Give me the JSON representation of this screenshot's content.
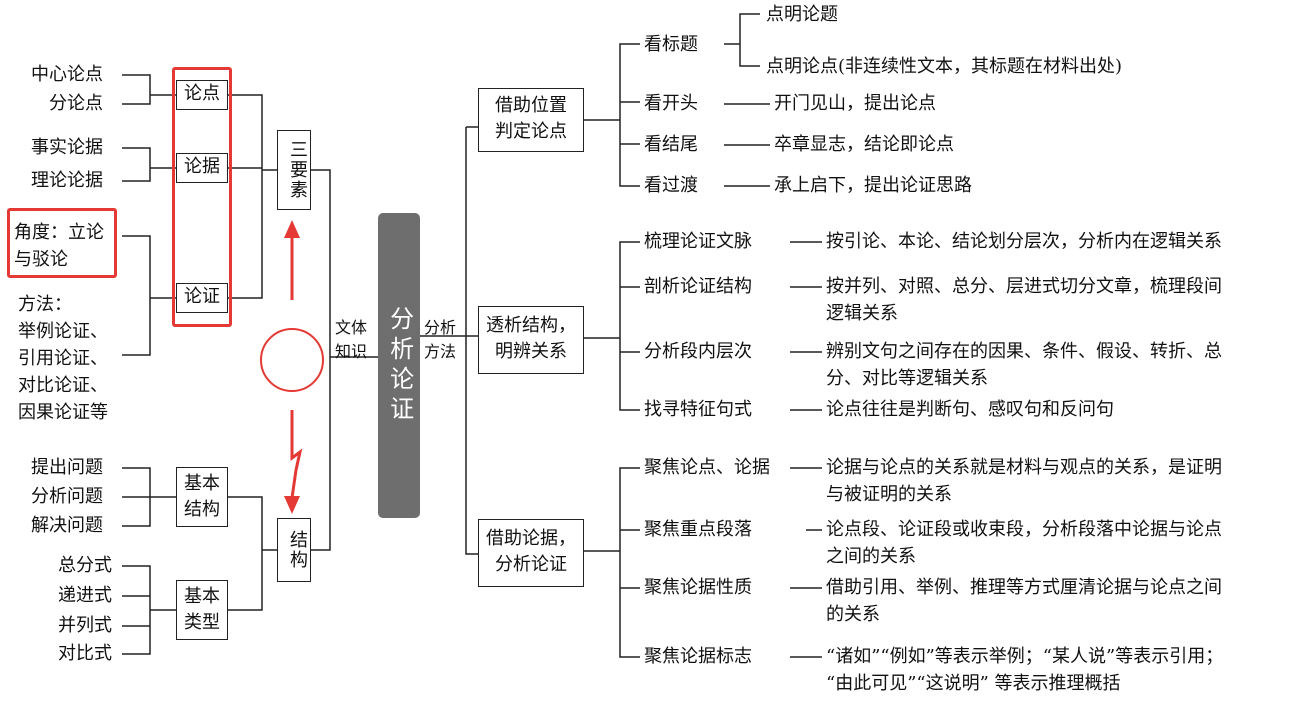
{
  "center": {
    "label": "分析论证"
  },
  "left": {
    "upper_label": "文体知识",
    "elements": {
      "label": "三要素"
    },
    "structure": {
      "label": "结构"
    },
    "point": {
      "label": "论点",
      "items": [
        "中心论点",
        "分论点"
      ]
    },
    "evidence": {
      "label": "论据",
      "items": [
        "事实论据",
        "理论论据"
      ]
    },
    "argument": {
      "label": "论证",
      "angle": [
        "角度：立论",
        "与驳论"
      ],
      "method": [
        "方法：",
        "举例论证、",
        "引用论证、",
        "对比论证、",
        "因果论证等"
      ]
    },
    "basic_structure": {
      "label": "基本结构",
      "items": [
        "提出问题",
        "分析问题",
        "解决问题"
      ]
    },
    "basic_type": {
      "label": "基本类型",
      "items": [
        "总分式",
        "递进式",
        "并列式",
        "对比式"
      ]
    }
  },
  "right": {
    "method_label": "分析方法",
    "branches": [
      {
        "label": [
          "借助位置",
          "判定论点"
        ],
        "items": [
          {
            "key": "看标题",
            "subs": [
              "点明论题",
              "点明论点(非连续性文本，其标题在材料出处)"
            ]
          },
          {
            "key": "看开头",
            "desc": [
              "开门见山，提出论点"
            ]
          },
          {
            "key": "看结尾",
            "desc": [
              "卒章显志，结论即论点"
            ]
          },
          {
            "key": "看过渡",
            "desc": [
              "承上启下，提出论证思路"
            ]
          }
        ]
      },
      {
        "label": [
          "透析结构，",
          "明辨关系"
        ],
        "items": [
          {
            "key": "梳理论证文脉",
            "desc": [
              "按引论、本论、结论划分层次，分析内在逻辑关系"
            ]
          },
          {
            "key": "剖析论证结构",
            "desc": [
              "按并列、对照、总分、层进式切分文章，梳理段间",
              "逻辑关系"
            ]
          },
          {
            "key": "分析段内层次",
            "desc": [
              "辨别文句之间存在的因果、条件、假设、转折、总",
              "分、对比等逻辑关系"
            ]
          },
          {
            "key": "找寻特征句式",
            "desc": [
              "论点往往是判断句、感叹句和反问句"
            ]
          }
        ]
      },
      {
        "label": [
          "借助论据，",
          "分析论证"
        ],
        "items": [
          {
            "key": "聚焦论点、论据",
            "desc": [
              "论据与论点的关系就是材料与观点的关系，是证明",
              "与被证明的关系"
            ]
          },
          {
            "key": "聚焦重点段落",
            "desc": [
              "论点段、论证段或收束段，分析段落中论据与论点",
              "之间的关系"
            ]
          },
          {
            "key": "聚焦论据性质",
            "desc": [
              "借助引用、举例、推理等方式厘清论据与论点之间",
              "的关系"
            ]
          },
          {
            "key": "聚焦论据标志",
            "desc": [
              "“诸如”“例如”等表示举例；“某人说”等表示引用；",
              "“由此可见”“这说明” 等表示推理概括"
            ]
          }
        ]
      }
    ]
  },
  "colors": {
    "annotation": "#e53935",
    "center_fill": "#6e6e6e",
    "line": "#222222"
  }
}
